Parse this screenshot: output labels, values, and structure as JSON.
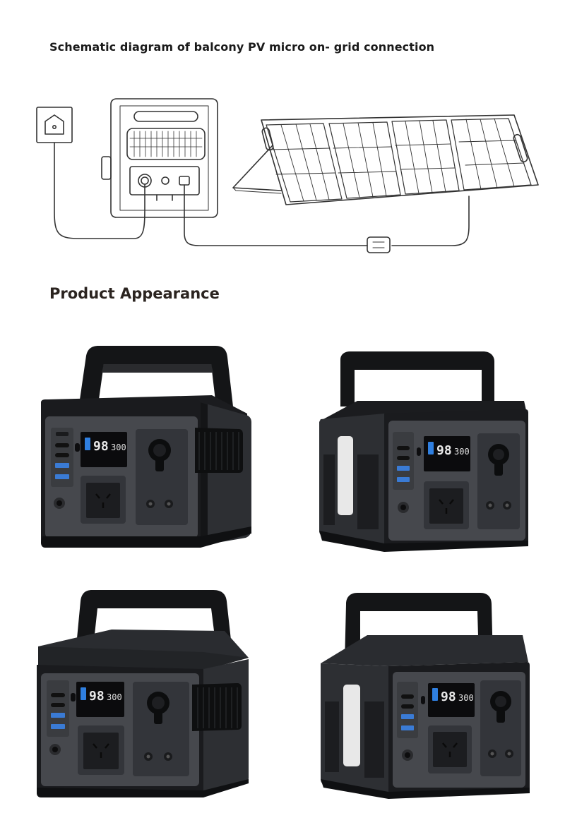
{
  "diagram": {
    "title": "Schematic diagram of balcony PV micro on- grid connection",
    "icons": [
      "wall-socket-icon",
      "power-station-icon",
      "solar-panel-icon",
      "connector-icon"
    ]
  },
  "appearance": {
    "title": "Product Appearance",
    "views": [
      {
        "name": "front-left-view",
        "display": {
          "percent": "98",
          "watts": "300"
        }
      },
      {
        "name": "front-right-view",
        "display": {
          "percent": "98",
          "watts": "300"
        }
      },
      {
        "name": "top-left-view",
        "display": {
          "percent": "98",
          "watts": "300"
        }
      },
      {
        "name": "top-right-view",
        "display": {
          "percent": "98",
          "watts": "300"
        }
      }
    ]
  },
  "colors": {
    "body": "#3c3e42",
    "frame": "#111214",
    "panel": "#505358",
    "screen": "#0b0b0d",
    "battery": "#2f7fe0",
    "usb": "#3a7bd5"
  }
}
